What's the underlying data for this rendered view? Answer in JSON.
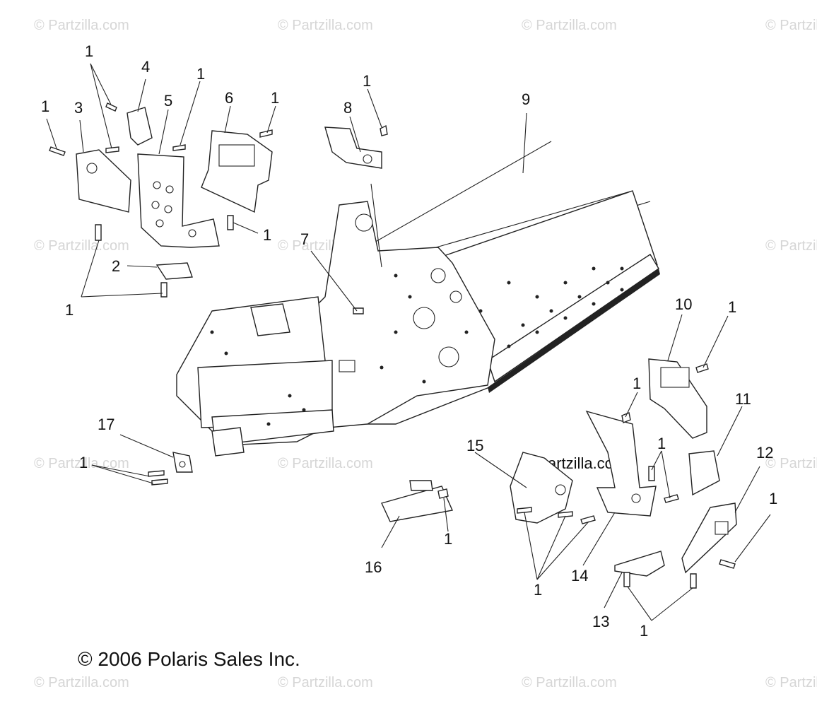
{
  "watermark": "© Partzilla.com",
  "copyright": "© 2006 Polaris Sales Inc.",
  "callouts": {
    "c1": "1",
    "c2": "2",
    "c3": "3",
    "c4": "4",
    "c5": "5",
    "c6": "6",
    "c7": "7",
    "c8": "8",
    "c9": "9",
    "c10": "10",
    "c11": "11",
    "c12": "12",
    "c13": "13",
    "c14": "14",
    "c15": "15",
    "c16": "16",
    "c17": "17"
  }
}
